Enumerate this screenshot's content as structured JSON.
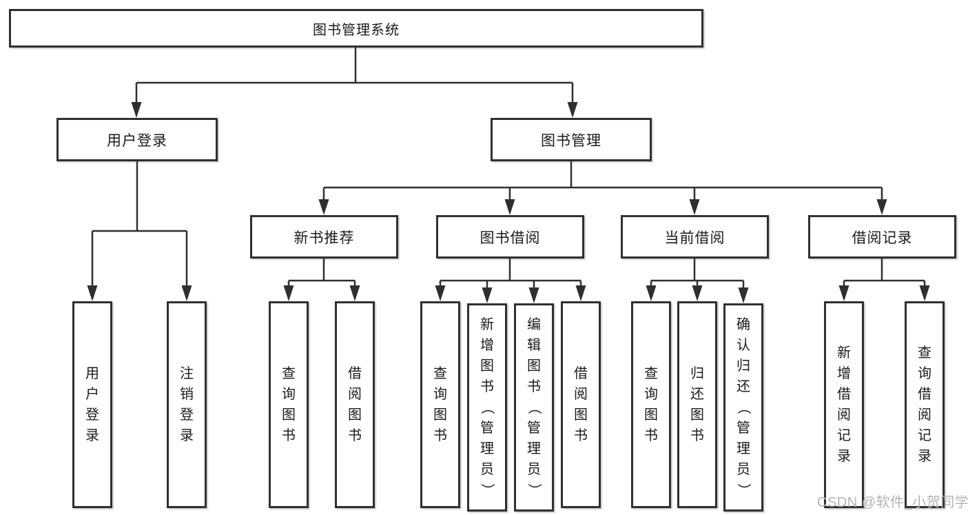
{
  "tree": {
    "label": "图书管理系统",
    "children": [
      {
        "label": "用户登录",
        "children": [
          {
            "label": "用户登录"
          },
          {
            "label": "注销登录"
          }
        ]
      },
      {
        "label": "图书管理",
        "children": [
          {
            "label": "新书推荐",
            "children": [
              {
                "label": "查询图书"
              },
              {
                "label": "借阅图书"
              }
            ]
          },
          {
            "label": "图书借阅",
            "children": [
              {
                "label": "查询图书"
              },
              {
                "label": "新增图书（管理员）"
              },
              {
                "label": "编辑图书（管理员）"
              },
              {
                "label": "借阅图书"
              }
            ]
          },
          {
            "label": "当前借阅",
            "children": [
              {
                "label": "查询图书"
              },
              {
                "label": "归还图书"
              },
              {
                "label": "确认归还（管理员）"
              }
            ]
          },
          {
            "label": "借阅记录",
            "children": [
              {
                "label": "新增借阅记录"
              },
              {
                "label": "查询借阅记录"
              }
            ]
          }
        ]
      }
    ]
  },
  "watermark": "CSDN @软件_小贺同学",
  "colors": {
    "line": "#2f2f2f",
    "box_border": "#2f2f2f",
    "text": "#1a1a1a",
    "watermark": "#b3b3b3",
    "background": "#ffffff"
  }
}
